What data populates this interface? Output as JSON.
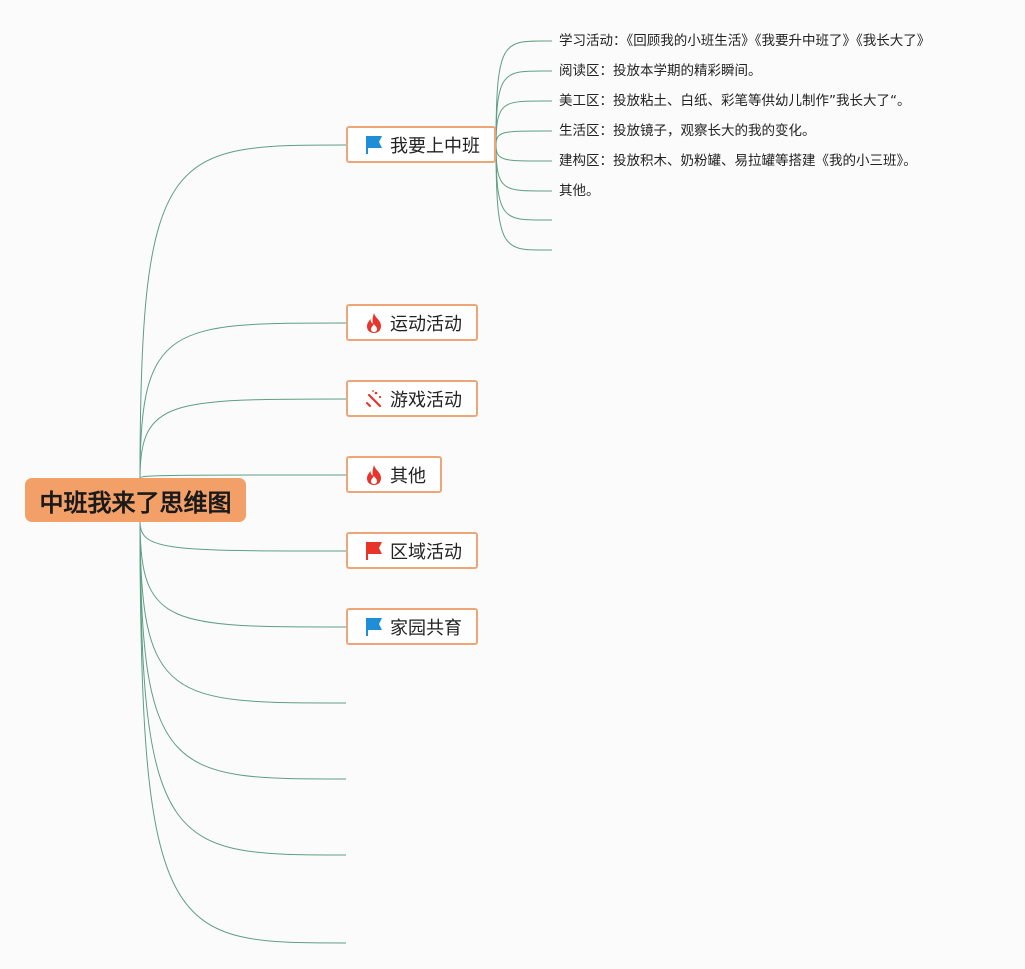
{
  "root": {
    "label": "中班我来了思维图"
  },
  "branches": [
    {
      "label": "我要上中班",
      "icon": "blue-flag-icon",
      "children": [
        "学习活动：《回顾我的小班生活》《我要升中班了》《我长大了》",
        "阅读区：投放本学期的精彩瞬间。",
        "美工区：投放粘土、白纸、彩笔等供幼儿制作”我长大了“。",
        "生活区：投放镜子，观察长大的我的变化。",
        "建构区：投放积木、奶粉罐、易拉罐等搭建《我的小三班》。",
        "其他。",
        "",
        ""
      ]
    },
    {
      "label": "运动活动",
      "icon": "fire-icon"
    },
    {
      "label": "游戏活动",
      "icon": "magic-wand-icon"
    },
    {
      "label": "其他",
      "icon": "fire-icon"
    },
    {
      "label": "区域活动",
      "icon": "red-flag-icon"
    },
    {
      "label": "家园共育",
      "icon": "blue-flag-icon"
    }
  ],
  "empty_branches": 4,
  "colors": {
    "connector": "#5e9e84",
    "root_fill": "#f3a068",
    "node_border": "#eca677",
    "flag_blue": "#1e8fd6",
    "flag_red": "#e8352b",
    "fire_red": "#e8352b"
  }
}
